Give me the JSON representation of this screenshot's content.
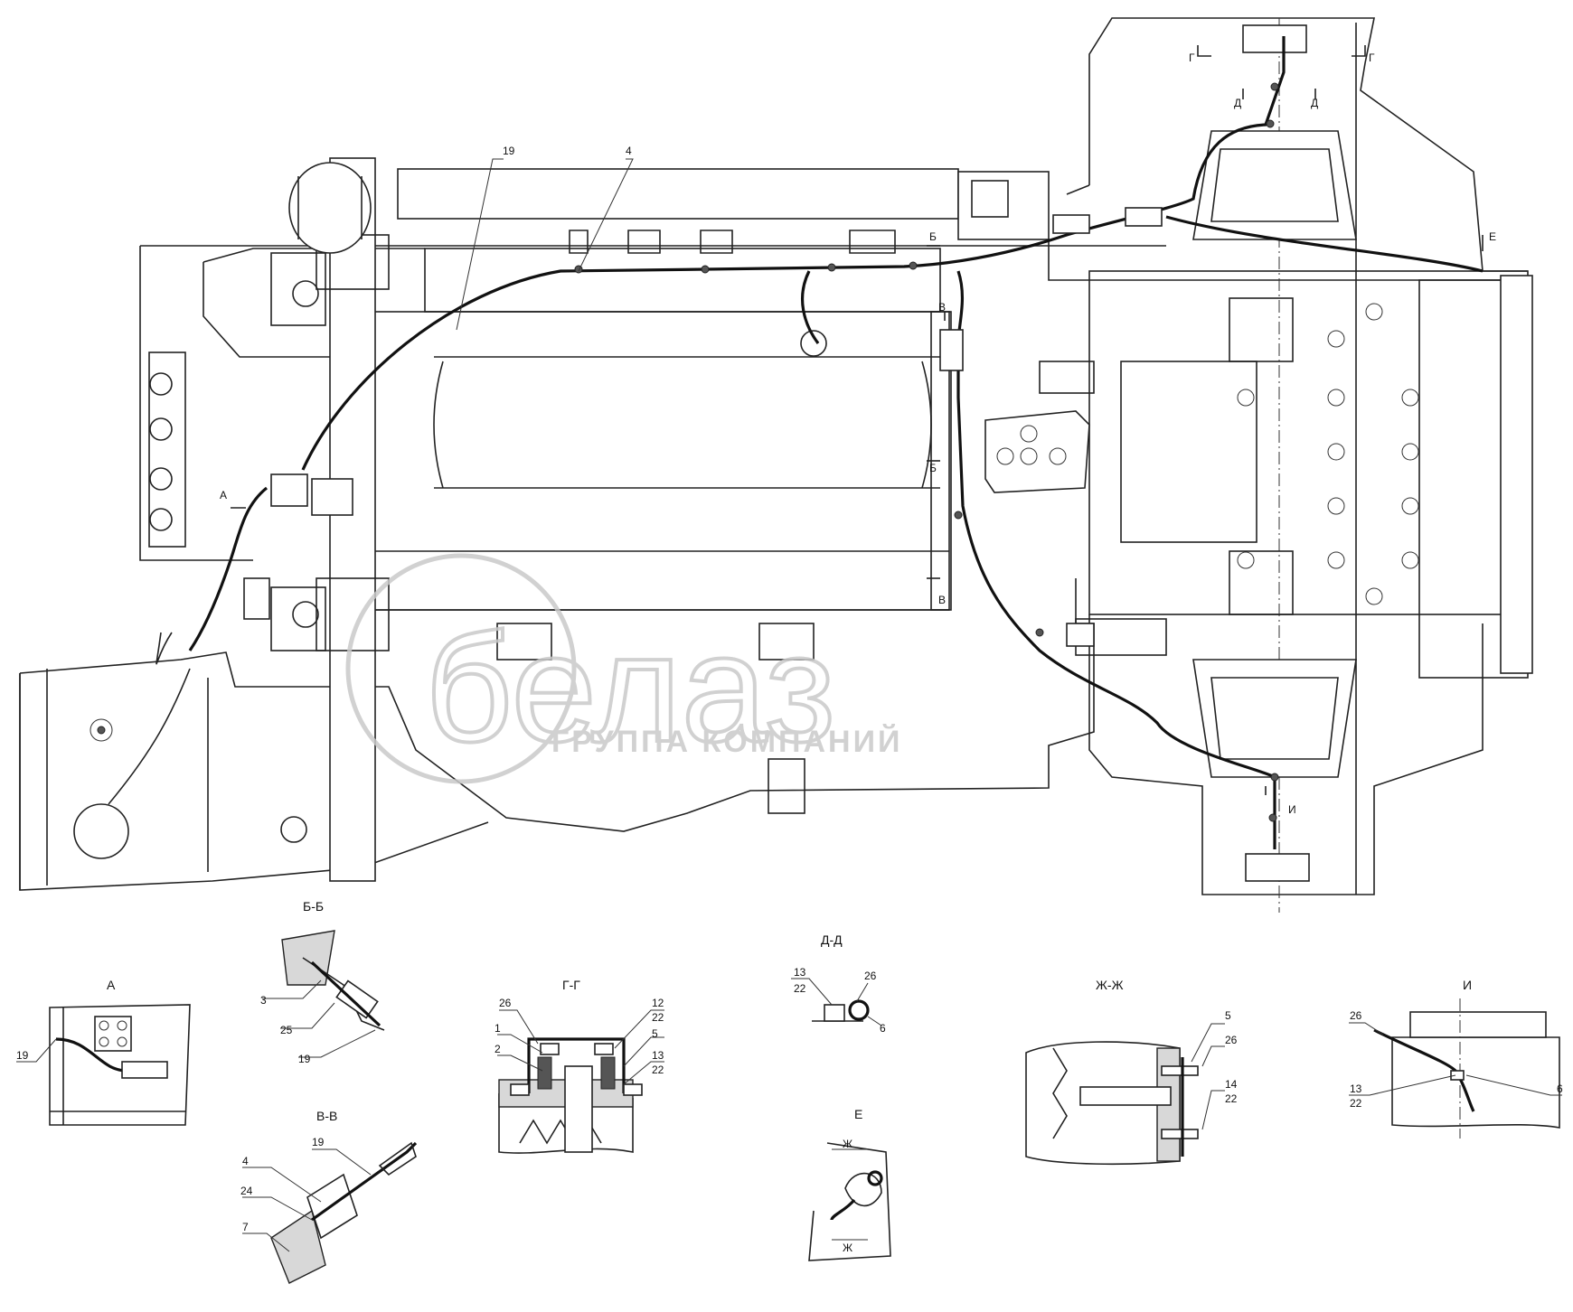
{
  "main_view": {
    "section_markers": [
      "Г",
      "Г",
      "Д",
      "Д",
      "Б",
      "Б",
      "В",
      "В",
      "Е",
      "И",
      "А"
    ],
    "callouts": [
      "19",
      "4"
    ]
  },
  "view_A": {
    "title": "А",
    "callouts": [
      "19"
    ]
  },
  "section_BB": {
    "title": "Б-Б",
    "callouts": [
      "3",
      "25",
      "19"
    ]
  },
  "section_VV": {
    "title": "В-В",
    "callouts": [
      "19",
      "4",
      "24",
      "7"
    ]
  },
  "section_GG": {
    "title": "Г-Г",
    "callouts": [
      "26",
      "1",
      "2",
      "12",
      "22",
      "5",
      "13",
      "22"
    ]
  },
  "section_DD": {
    "title": "Д-Д",
    "callouts": [
      "13",
      "22",
      "26",
      "6"
    ]
  },
  "view_E": {
    "title": "Е",
    "markers": [
      "Ж",
      "Ж"
    ]
  },
  "section_ZhZh": {
    "title": "Ж-Ж",
    "callouts": [
      "5",
      "26",
      "14",
      "22"
    ]
  },
  "view_I": {
    "title": "И",
    "callouts": [
      "26",
      "13",
      "22",
      "6"
    ]
  },
  "watermark": {
    "logo": "белаз",
    "caption": "ГРУППА КОМПАНИЙ"
  }
}
